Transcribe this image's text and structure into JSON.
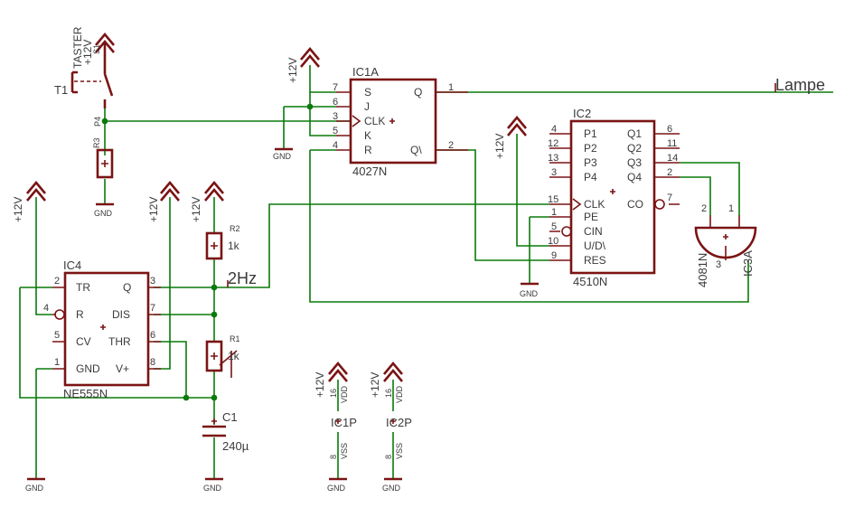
{
  "supply": {
    "plus12": "+12V",
    "gnd": "GND",
    "vdd": "VDD",
    "vss": "VSS"
  },
  "switch": {
    "name": "T1",
    "type": "TASTER",
    "pin_s1": "S1",
    "pin_p4": "P4"
  },
  "r3": {
    "name": "R3"
  },
  "r2": {
    "name": "R2",
    "value": "1k"
  },
  "r1": {
    "name": "R1",
    "value": "1k"
  },
  "c1": {
    "name": "C1",
    "value": "240µ"
  },
  "ic1a": {
    "name": "IC1A",
    "part": "4027N",
    "pins": [
      "S",
      "J",
      "CLK",
      "K",
      "R",
      "Q",
      "Q\\"
    ],
    "pin_numbers": [
      "7",
      "6",
      "3",
      "5",
      "4",
      "1",
      "2"
    ]
  },
  "ic2": {
    "name": "IC2",
    "part": "4510N",
    "left_pins": [
      "P1",
      "P2",
      "P3",
      "P4",
      "CLK",
      "PE",
      "CIN",
      "U/D\\",
      "RES"
    ],
    "left_numbers": [
      "4",
      "12",
      "13",
      "3",
      "15",
      "1",
      "5",
      "10",
      "9"
    ],
    "right_pins": [
      "Q1",
      "Q2",
      "Q3",
      "Q4",
      "CO"
    ],
    "right_numbers": [
      "6",
      "11",
      "14",
      "2",
      "7"
    ]
  },
  "ic3a": {
    "name": "IC3A",
    "part": "4081N",
    "pin_numbers": [
      "2",
      "1",
      "3"
    ]
  },
  "ic4": {
    "name": "IC4",
    "part": "NE555N",
    "left_pins": [
      "TR",
      "R",
      "CV",
      "GND"
    ],
    "left_numbers": [
      "2",
      "4",
      "5",
      "1"
    ],
    "right_pins": [
      "Q",
      "DIS",
      "THR",
      "V+"
    ],
    "right_numbers": [
      "3",
      "7",
      "6",
      "8"
    ]
  },
  "power_parts": [
    {
      "name": "IC1P",
      "vdd_pin": "16",
      "vss_pin": "8"
    },
    {
      "name": "IC2P",
      "vdd_pin": "16",
      "vss_pin": "8"
    }
  ],
  "net_labels": {
    "lamp": "Lampe",
    "clock": "2Hz"
  }
}
